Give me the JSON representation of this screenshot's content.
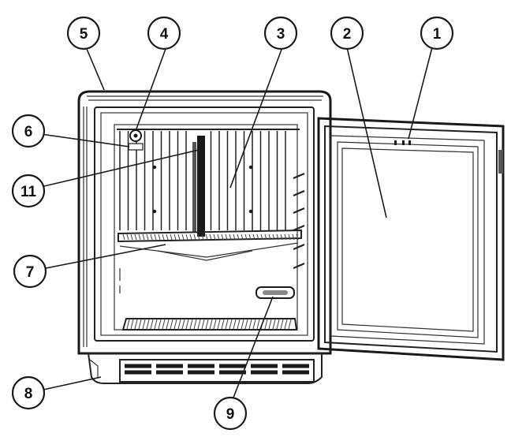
{
  "callouts": [
    {
      "id": "1",
      "label": "1"
    },
    {
      "id": "2",
      "label": "2"
    },
    {
      "id": "3",
      "label": "3"
    },
    {
      "id": "4",
      "label": "4"
    },
    {
      "id": "5",
      "label": "5"
    },
    {
      "id": "6",
      "label": "6"
    },
    {
      "id": "7",
      "label": "7"
    },
    {
      "id": "8",
      "label": "8"
    },
    {
      "id": "9",
      "label": "9"
    },
    {
      "id": "11",
      "label": "11"
    }
  ],
  "colors": {
    "line": "#1a1a1a",
    "background": "#ffffff",
    "shade": "#bdbdbd"
  }
}
